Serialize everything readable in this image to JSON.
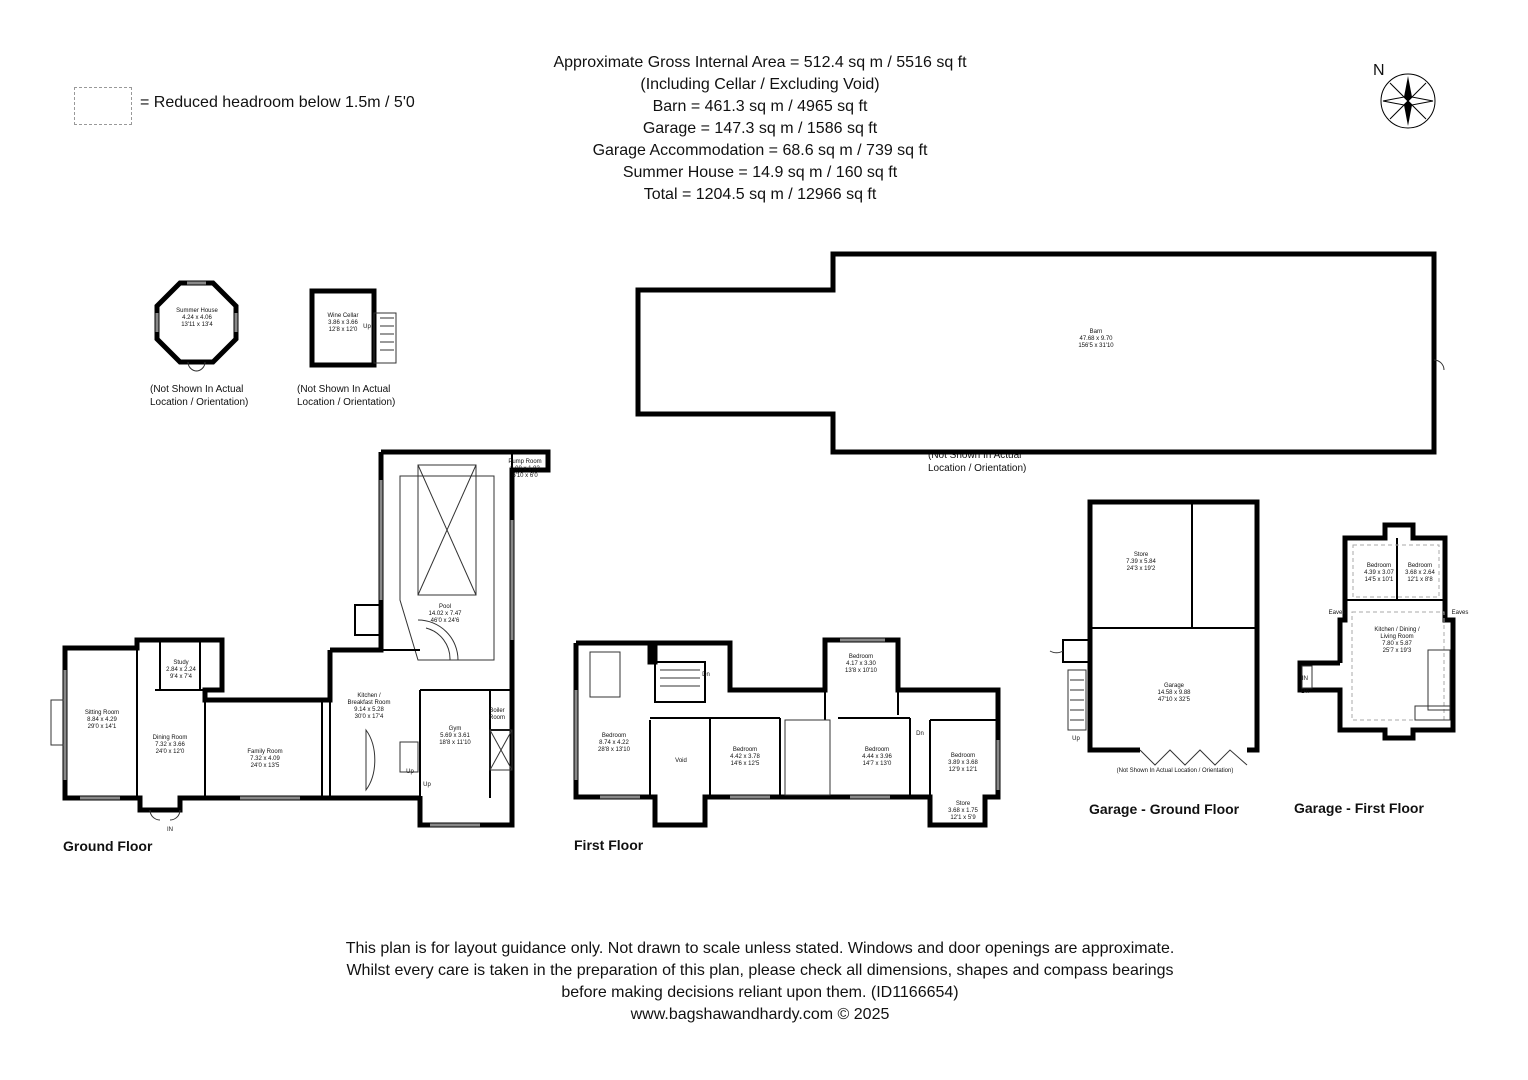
{
  "header": {
    "lines": [
      "Approximate Gross Internal Area = 512.4 sq m / 5516 sq ft",
      "(Including Cellar / Excluding Void)",
      "Barn = 461.3 sq m / 4965 sq ft",
      "Garage = 147.3 sq m / 1586 sq ft",
      "Garage Accommodation = 68.6 sq m / 739 sq ft",
      "Summer House = 14.9 sq m / 160 sq ft",
      "Total = 1204.5 sq m / 12966 sq ft"
    ]
  },
  "legend": {
    "text": "= Reduced headroom below 1.5m / 5'0"
  },
  "compass": {
    "north_label": "N",
    "icon": "compass-rose-icon"
  },
  "notes": {
    "summer_house": "(Not Shown In Actual Location / Orientation)",
    "wine_cellar": "(Not Shown In Actual Location / Orientation)",
    "barn": "(Not Shown In Actual Location / Orientation)",
    "garage": "(Not Shown In Actual Location / Orientation)"
  },
  "floor_titles": {
    "ground": "Ground Floor",
    "first": "First Floor",
    "garage_ground": "Garage - Ground Floor",
    "garage_first": "Garage - First Floor"
  },
  "rooms": {
    "summer_house": [
      "Summer House",
      "4.24 x 4.06",
      "13'11 x 13'4"
    ],
    "wine_cellar": [
      "Wine Cellar",
      "3.86 x 3.66",
      "12'8 x 12'0"
    ],
    "barn": [
      "Barn",
      "47.68 x 9.70",
      "156'5 x 31'10"
    ],
    "pump_room": [
      "Pump Room",
      "2.08 x 1.83",
      "6'10 x 6'0"
    ],
    "pool": [
      "Pool",
      "14.02 x 7.47",
      "46'0 x 24'6"
    ],
    "study": [
      "Study",
      "2.84 x 2.24",
      "9'4 x 7'4"
    ],
    "sitting_room": [
      "Sitting Room",
      "8.84 x 4.29",
      "29'0 x 14'1"
    ],
    "dining_room": [
      "Dining Room",
      "7.32 x 3.66",
      "24'0 x 12'0"
    ],
    "family_room": [
      "Family Room",
      "7.32 x 4.09",
      "24'0 x 13'5"
    ],
    "kitchen": [
      "Kitchen /",
      "Breakfast Room",
      "9.14 x 5.28",
      "30'0 x 17'4"
    ],
    "gym": [
      "Gym",
      "5.69 x 3.61",
      "18'8 x 11'10"
    ],
    "boiler_room": [
      "Boiler",
      "Room"
    ],
    "ff_bedroom_1": [
      "Bedroom",
      "8.74 x 4.22",
      "28'8 x 13'10"
    ],
    "void": [
      "Void"
    ],
    "ff_bedroom_2": [
      "Bedroom",
      "4.42 x 3.78",
      "14'6 x 12'5"
    ],
    "ff_bedroom_3": [
      "Bedroom",
      "4.17 x 3.30",
      "13'8 x 10'10"
    ],
    "ff_bedroom_4": [
      "Bedroom",
      "4.44 x 3.96",
      "14'7 x 13'0"
    ],
    "ff_bedroom_5": [
      "Bedroom",
      "3.89 x 3.68",
      "12'9 x 12'1"
    ],
    "ff_store": [
      "Store",
      "3.68 x 1.75",
      "12'1 x 5'9"
    ],
    "garage_store": [
      "Store",
      "7.39 x 5.84",
      "24'3 x 19'2"
    ],
    "garage": [
      "Garage",
      "14.58 x 9.88",
      "47'10 x 32'5"
    ],
    "gf_bedroom_1": [
      "Bedroom",
      "4.39 x 3.07",
      "14'5 x 10'1"
    ],
    "gf_bedroom_2": [
      "Bedroom",
      "3.68 x 2.64",
      "12'1 x 8'8"
    ],
    "gf_kitchen": [
      "Kitchen / Dining /",
      "Living Room",
      "7.80 x 5.87",
      "25'7 x 19'3"
    ]
  },
  "small_labels": {
    "up": "Up",
    "dn": "Dn",
    "in": "IN",
    "eaves": "Eaves"
  },
  "footer": {
    "lines": [
      "This plan is for layout guidance only. Not drawn to scale unless stated. Windows and door openings are approximate.",
      "Whilst every care is taken in the preparation of this plan, please check all dimensions, shapes and compass bearings",
      "before making decisions reliant upon them. (ID1166654)",
      "www.bagshawandhardy.com © 2025"
    ]
  }
}
